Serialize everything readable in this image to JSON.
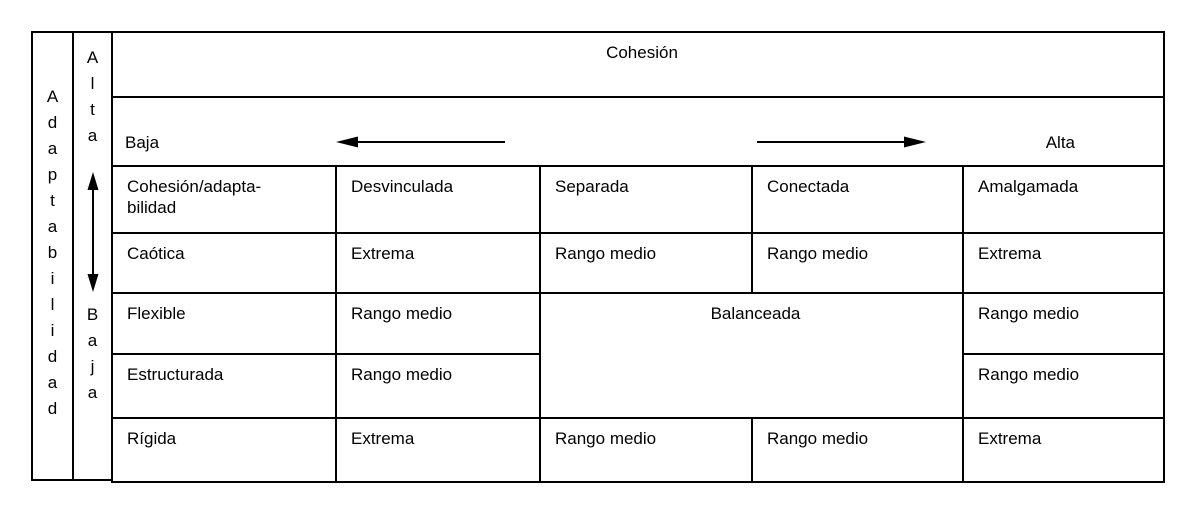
{
  "colors": {
    "extreme_bg": "#999999",
    "balanced_bg": "#cfcfcf",
    "border": "#000000",
    "background": "#ffffff",
    "text": "#000000"
  },
  "left_axis": {
    "label": "Adaptabilidad",
    "high": "Alta",
    "low": "Baja"
  },
  "cohesion_axis": {
    "title": "Cohesión",
    "low": "Baja",
    "high": "Alta"
  },
  "table": {
    "corner_header": {
      "line1": "Cohesión/adapta-",
      "line2": "bilidad"
    },
    "column_headers": [
      "Desvinculada",
      "Separada",
      "Conectada",
      "Amalgamada"
    ],
    "rows": [
      {
        "label": "Caótica",
        "cells": [
          {
            "text": "Extrema",
            "type": "extreme"
          },
          {
            "text": "Rango medio",
            "type": "mid"
          },
          {
            "text": "Rango medio",
            "type": "mid"
          },
          {
            "text": "Extrema",
            "type": "extreme"
          }
        ]
      },
      {
        "label": "Flexible",
        "cells": [
          {
            "text": "Rango medio",
            "type": "mid"
          },
          {
            "text": "Balanceada",
            "type": "balanced",
            "colspan": 2,
            "rowspan": 2
          },
          {
            "text": "Rango medio",
            "type": "mid"
          }
        ]
      },
      {
        "label": "Estructurada",
        "cells": [
          {
            "text": "Rango medio",
            "type": "mid"
          },
          {
            "text": "Rango medio",
            "type": "mid"
          }
        ]
      },
      {
        "label": "Rígida",
        "cells": [
          {
            "text": "Extrema",
            "type": "extreme"
          },
          {
            "text": "Rango medio",
            "type": "mid"
          },
          {
            "text": "Rango medio",
            "type": "mid"
          },
          {
            "text": "Extrema",
            "type": "extreme"
          }
        ]
      }
    ]
  }
}
